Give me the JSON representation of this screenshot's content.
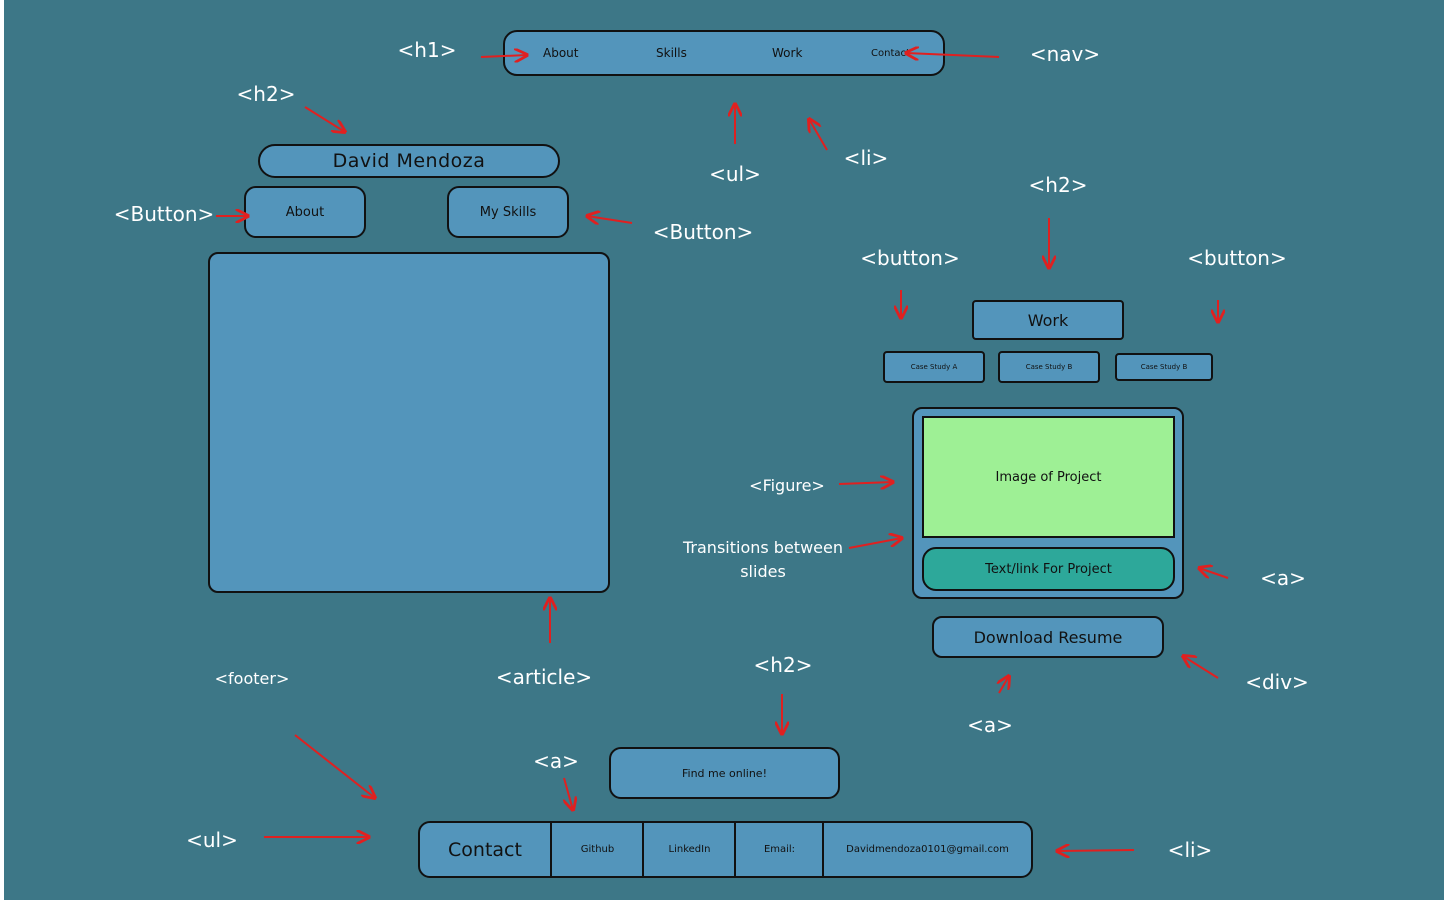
{
  "nav": {
    "items": [
      "About",
      "Skills",
      "Work",
      "Contact"
    ]
  },
  "left": {
    "name": "David Mendoza",
    "about_button": "About",
    "skills_button": "My Skills"
  },
  "right": {
    "work_title": "Work",
    "case_studies": [
      "Case Study A",
      "Case Study B",
      "Case Study B"
    ],
    "image_label": "Image of Project",
    "link_label": "Text/link For Project",
    "download_label": "Download Resume"
  },
  "footer": {
    "find_me": "Find me online!",
    "contact": "Contact",
    "links": [
      "Github",
      "LinkedIn",
      "Email:",
      "Davidmendoza0101@gmail.com"
    ]
  },
  "annotations": {
    "h1": "<h1>",
    "nav": "<nav>",
    "h2_top": "<h2>",
    "ul_nav": "<ul>",
    "li_nav": "<li>",
    "button_left": "<Button>",
    "button_mid": "<Button>",
    "h2_work": "<h2>",
    "button_case_left": "<button>",
    "button_case_right": "<button>",
    "figure": "<Figure>",
    "transitions": "Transitions between slides",
    "a_right": "<a>",
    "div_right": "<div>",
    "a_download": "<a>",
    "footer": "<footer>",
    "article": "<article>",
    "h2_footer": "<h2>",
    "a_footer": "<a>",
    "ul_footer": "<ul>",
    "li_footer": "<li>"
  },
  "colors": {
    "background": "#3d7787",
    "box": "#5395bb",
    "image_fill": "#9ef095",
    "link_fill": "#2da89a",
    "arrow": "#e02020",
    "label": "#ffffff"
  }
}
